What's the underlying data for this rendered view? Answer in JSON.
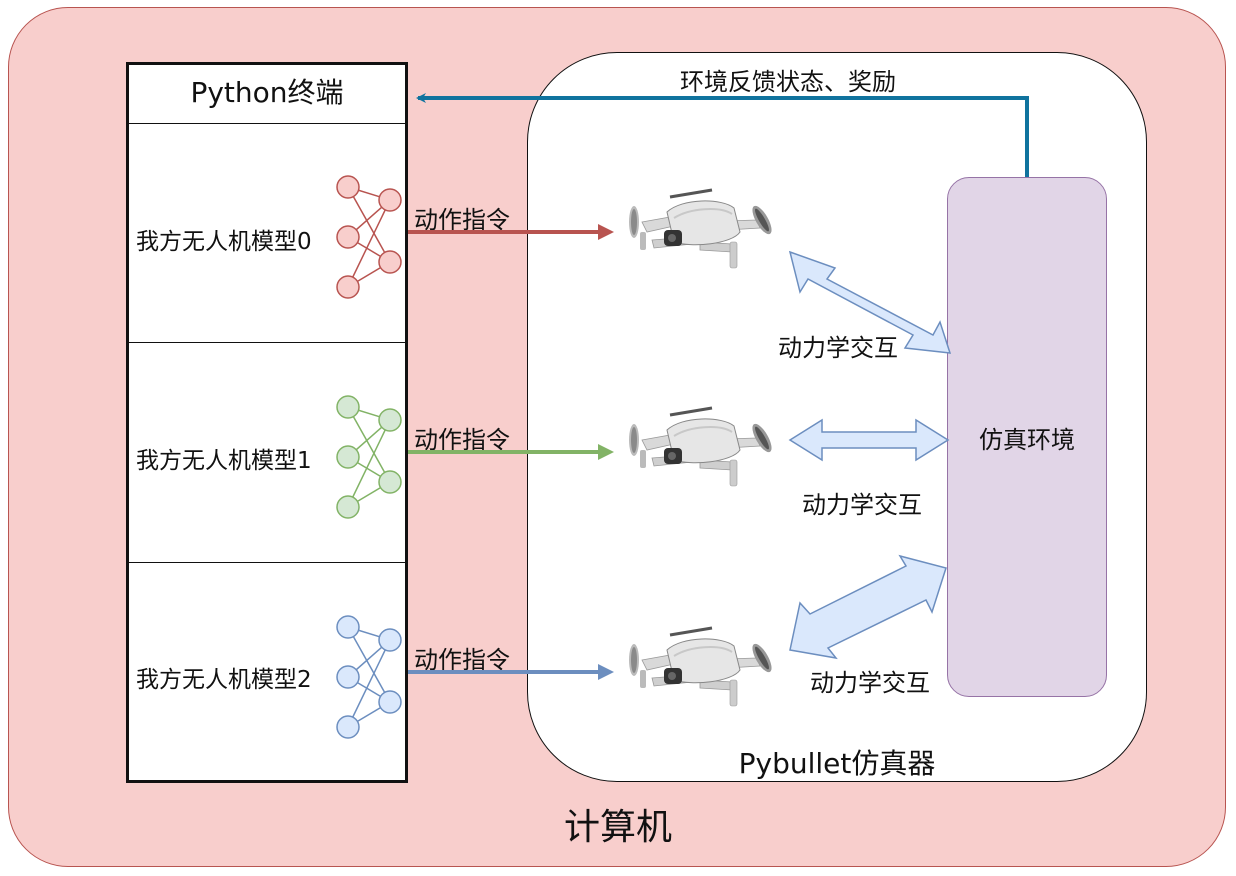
{
  "computer_label": "计算机",
  "simulator_label": "Pybullet仿真器",
  "terminal_title": "Python终端",
  "models": [
    {
      "label": "我方无人机模型0",
      "action": "动作指令",
      "color": "#b85450",
      "fill": "#f8cecc"
    },
    {
      "label": "我方无人机模型1",
      "action": "动作指令",
      "color": "#82b366",
      "fill": "#d5e8d4"
    },
    {
      "label": "我方无人机模型2",
      "action": "动作指令",
      "color": "#6c8ebf",
      "fill": "#dae8fc"
    }
  ],
  "env_label": "仿真环境",
  "feedback_label": "环境反馈状态、奖励",
  "dynamics_labels": [
    "动力学交互",
    "动力学交互",
    "动力学交互"
  ],
  "colors": {
    "computer_bg": "#f8cecc",
    "feedback_arrow": "#10739e",
    "env_fill": "#e1d5e7",
    "interaction_arrow_fill": "#dae8fc",
    "interaction_arrow_stroke": "#6c8ebf"
  },
  "icons": [
    "neural-network-icon",
    "drone-icon"
  ]
}
